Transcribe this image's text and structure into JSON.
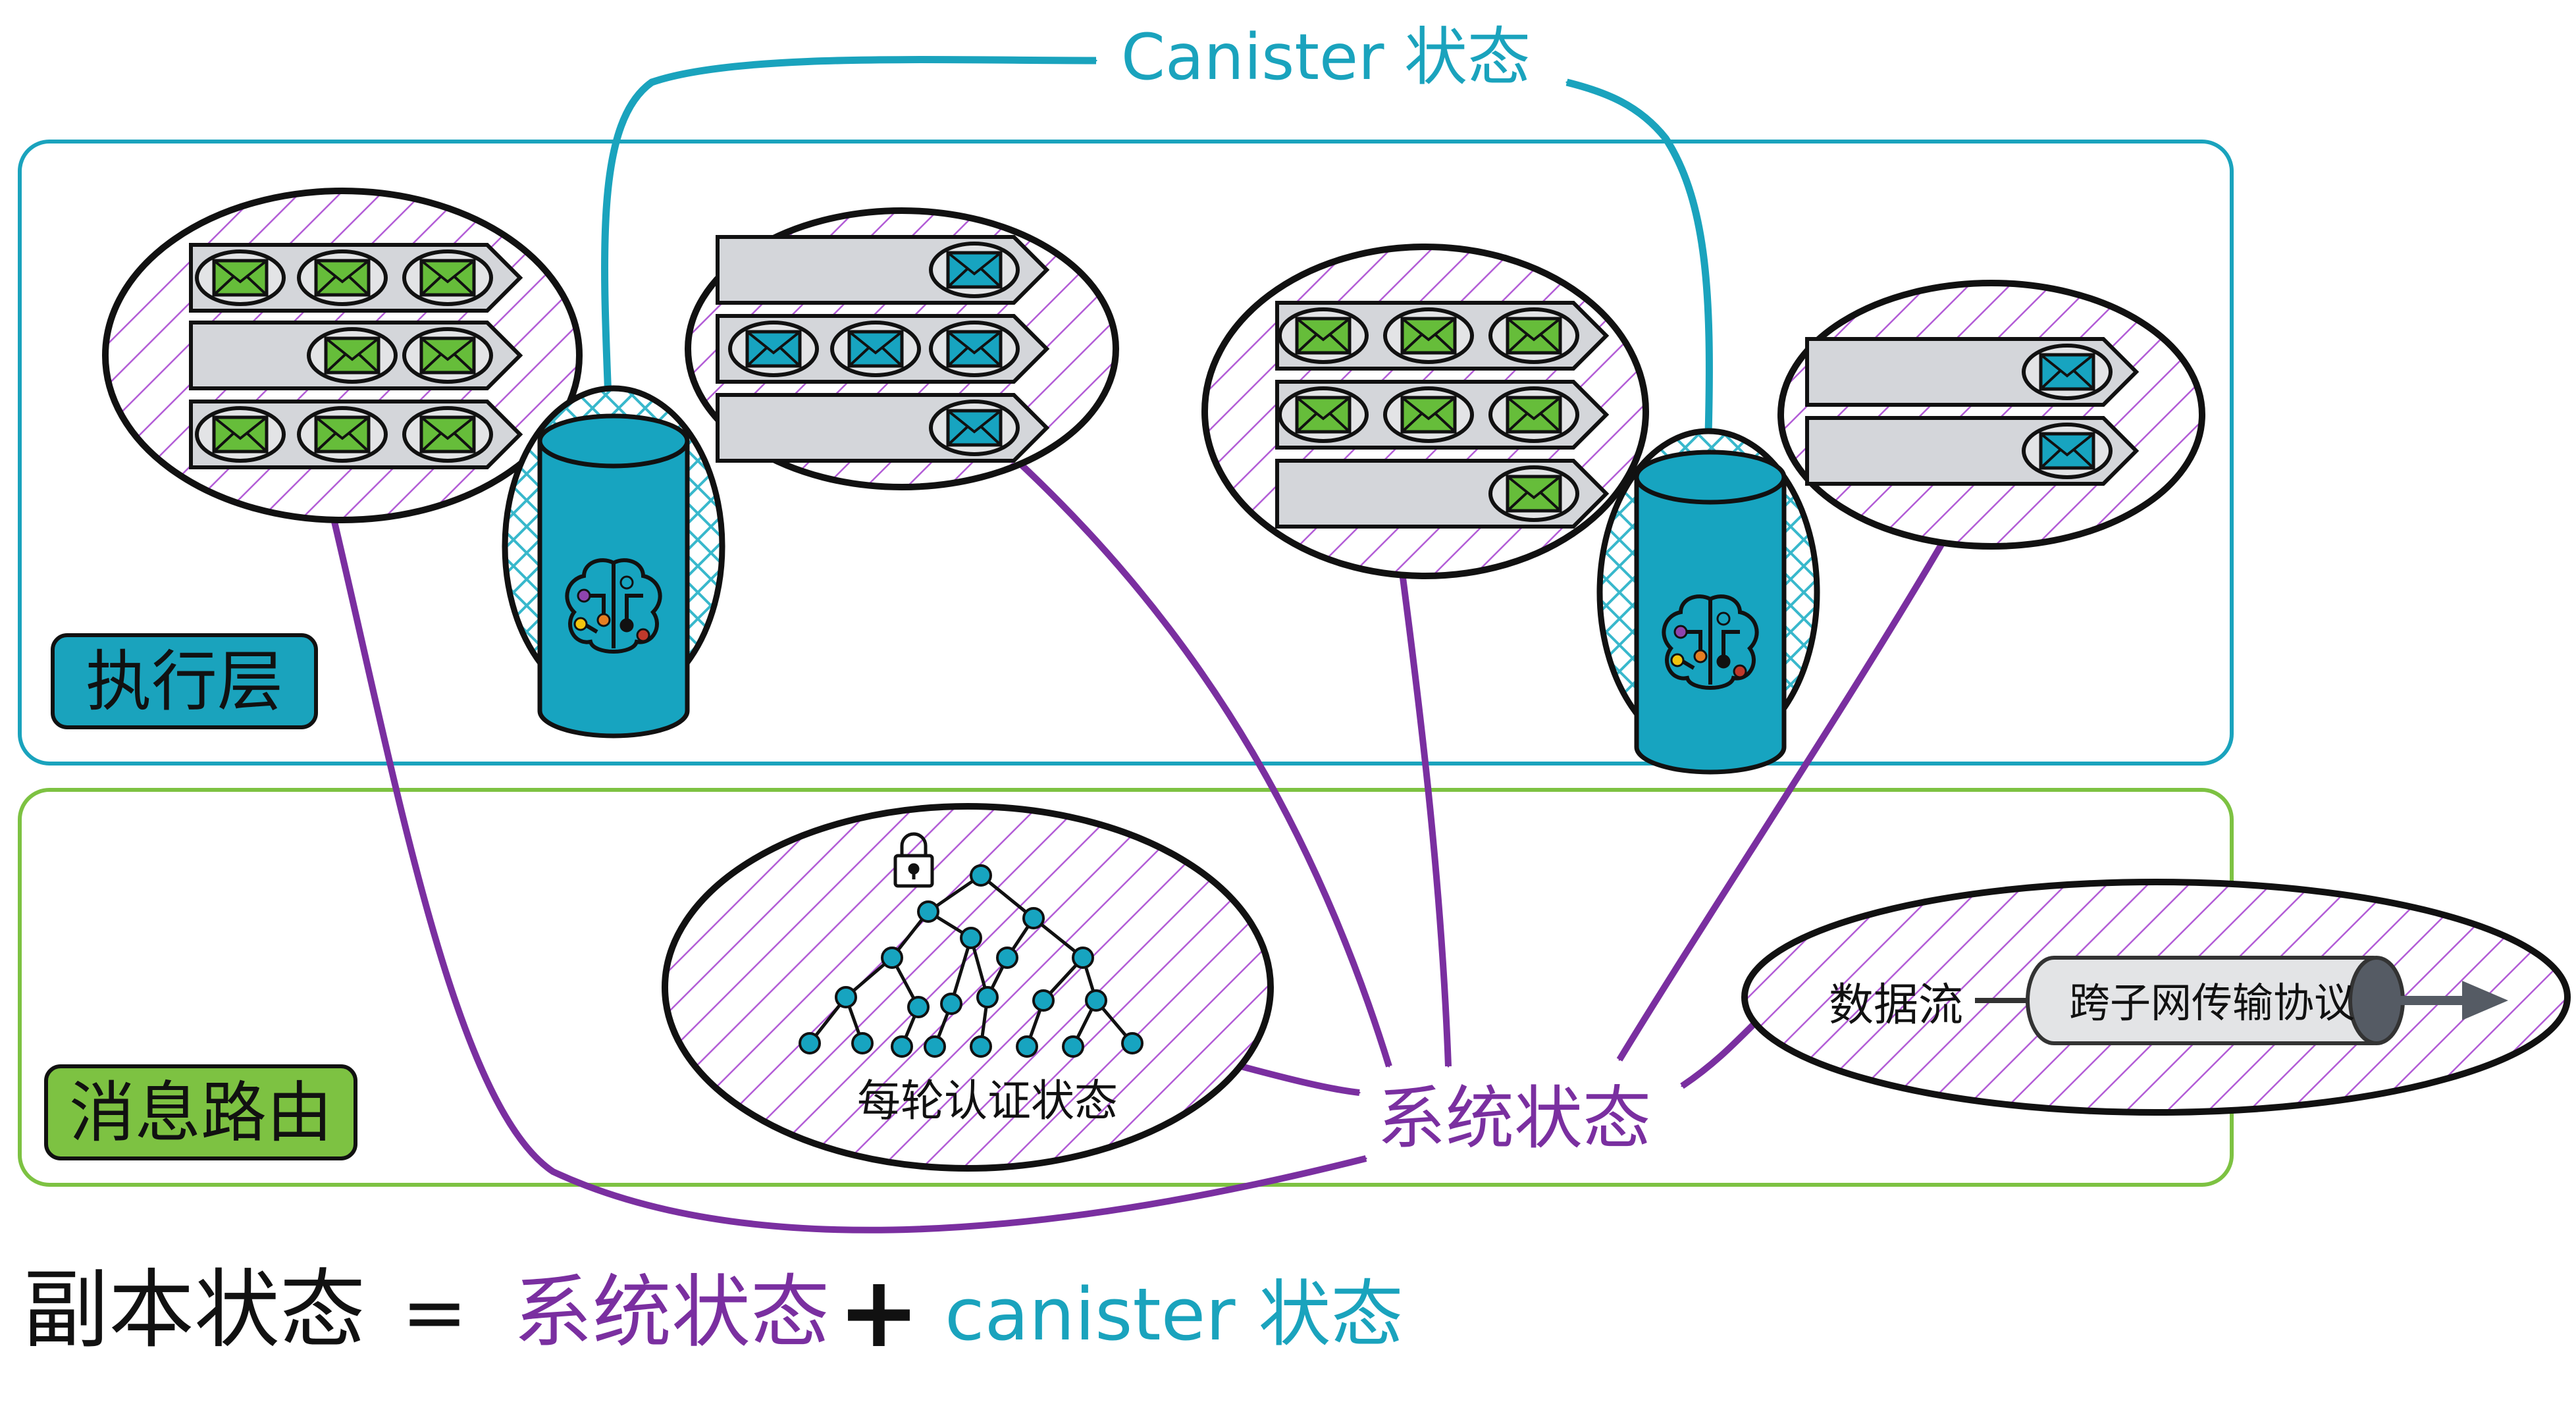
{
  "top_label": "Canister 状态",
  "execution_layer_label": "执行层",
  "message_routing_label": "消息路由",
  "certified_state_label": "每轮认证状态",
  "system_state_label": "系统状态",
  "data_stream_label": "数据流",
  "xnet_protocol_label": "跨子网传输协议",
  "equation": {
    "lhs": "副本状态",
    "equals": "=",
    "term1": "系统状态",
    "plus": "+",
    "term2": "canister 状态"
  },
  "colors": {
    "teal": "#1aa3bd",
    "teal_dark": "#0f9ab5",
    "purple": "#7a2fa0",
    "green": "#7dc242",
    "hatch_purple": "#b25cd6",
    "hatch_teal": "#38b8cc",
    "queue_fill": "#d4d6da",
    "envelope_green": "#66bd3a",
    "envelope_teal": "#17a4c0"
  },
  "icons": [
    "envelope-icon",
    "database-cylinder-icon",
    "brain-circuit-icon",
    "lock-icon",
    "merkle-tree-icon",
    "pipe-icon"
  ]
}
